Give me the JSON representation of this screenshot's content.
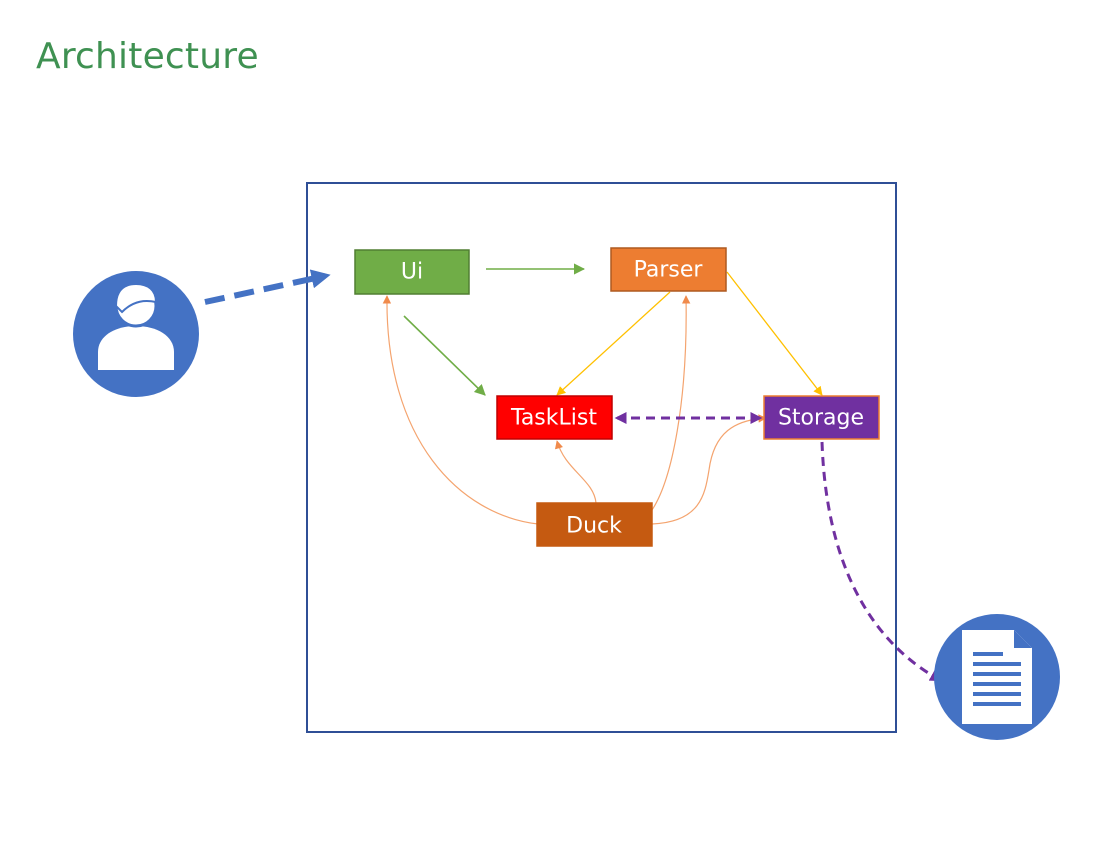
{
  "title": "Architecture",
  "colors": {
    "title": "#3f9152",
    "frame": "#2f4f96",
    "ui": "#70ad47",
    "parser": "#ed7d31",
    "tasklist": "#ff0000",
    "storage": "#7030a0",
    "duck": "#c55a11",
    "actor_circle": "#4472c4",
    "arrow_ui": "#70ad47",
    "arrow_parser": "#ffc000",
    "arrow_duck": "#f4a46f",
    "arrow_storage": "#7030a0",
    "arrow_user": "#4472c4"
  },
  "components": {
    "ui": "Ui",
    "parser": "Parser",
    "tasklist": "TaskList",
    "storage": "Storage",
    "duck": "Duck"
  },
  "icons": {
    "user": "user-icon",
    "file": "document-icon"
  }
}
